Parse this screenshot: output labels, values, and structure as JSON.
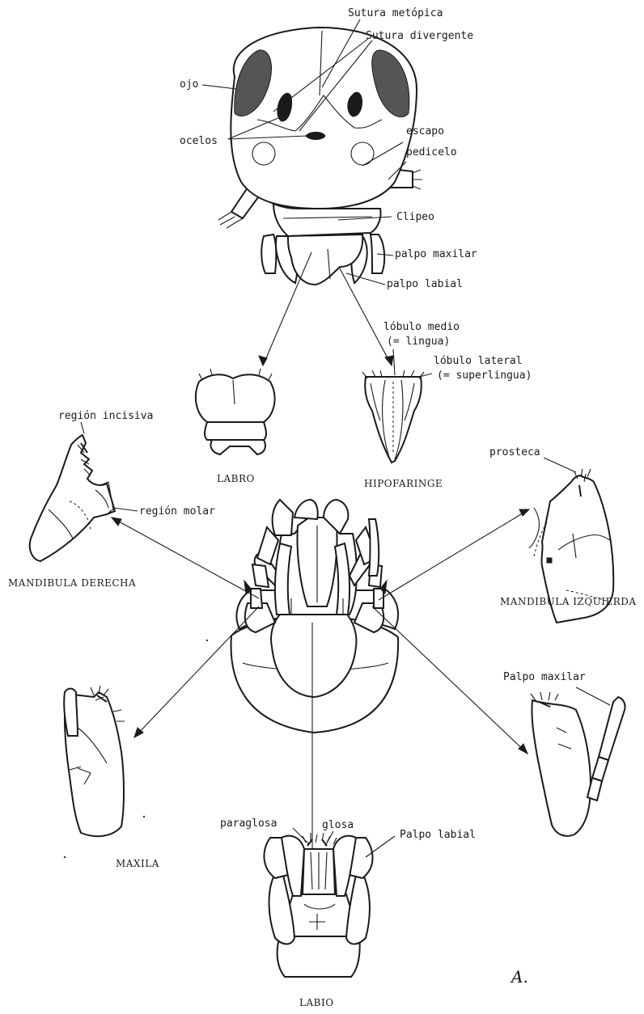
{
  "labels": {
    "sutura_metopica": "Sutura metópica",
    "sutura_divergente": "Sutura divergente",
    "ojo": "ojo",
    "ocelos": "ocelos",
    "escapo": "escapo",
    "pedicelo": "pedicelo",
    "clipeo": "Clipeo",
    "palpo_maxilar_top": "palpo maxilar",
    "palpo_labial_top": "palpo labial",
    "lobulo_medio": "lóbulo medio",
    "lingua": "(= lingua)",
    "lobulo_lateral": "lóbulo lateral",
    "superlingua": "(= superlingua)",
    "region_incisiva": "región incisiva",
    "region_molar": "región molar",
    "prosteca": "prosteca",
    "palpo_maxilar_right": "Palpo maxilar",
    "paraglosa": "paraglosa",
    "glosa": "glosa",
    "palpo_labial_bottom": "Palpo labial"
  },
  "captions": {
    "labro": "LABRO",
    "hipofaringe": "HIPOFARINGE",
    "mandibula_derecha": "MANDIBULA DERECHA",
    "mandibula_izquierda": "MANDIBULA IZQUIERDA",
    "maxila": "MAXILA",
    "labio": "LABIO"
  },
  "signature": "A."
}
